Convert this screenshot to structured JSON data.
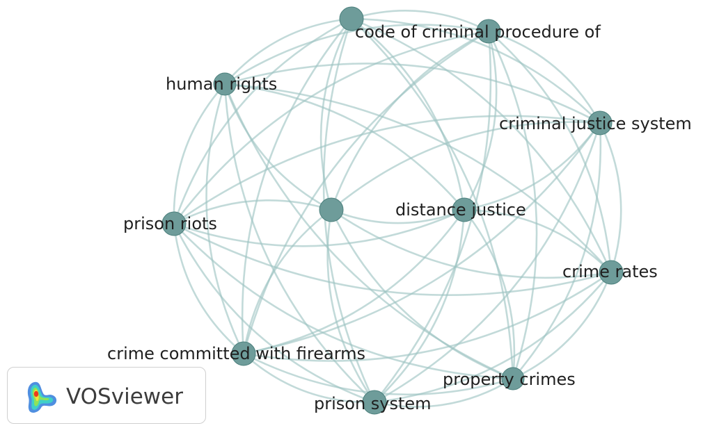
{
  "network": {
    "nodes": [
      {
        "id": "code",
        "label": "code of criminal procedure of"
      },
      {
        "id": "top",
        "label": ""
      },
      {
        "id": "hr",
        "label": "human rights"
      },
      {
        "id": "cjs",
        "label": "criminal justice system"
      },
      {
        "id": "center",
        "label": ""
      },
      {
        "id": "dj",
        "label": "distance justice"
      },
      {
        "id": "riots",
        "label": "prison riots"
      },
      {
        "id": "rates",
        "label": "crime rates"
      },
      {
        "id": "firearms",
        "label": "crime committed with firearms"
      },
      {
        "id": "property",
        "label": "property crimes"
      },
      {
        "id": "prison",
        "label": "prison system"
      }
    ]
  },
  "badge": {
    "text": "VOSviewer",
    "icon": "vosviewer-logo-icon"
  },
  "colors": {
    "node": "#6e9c9a",
    "edge": "#9cc3c1",
    "label": "#1f1f1f"
  }
}
